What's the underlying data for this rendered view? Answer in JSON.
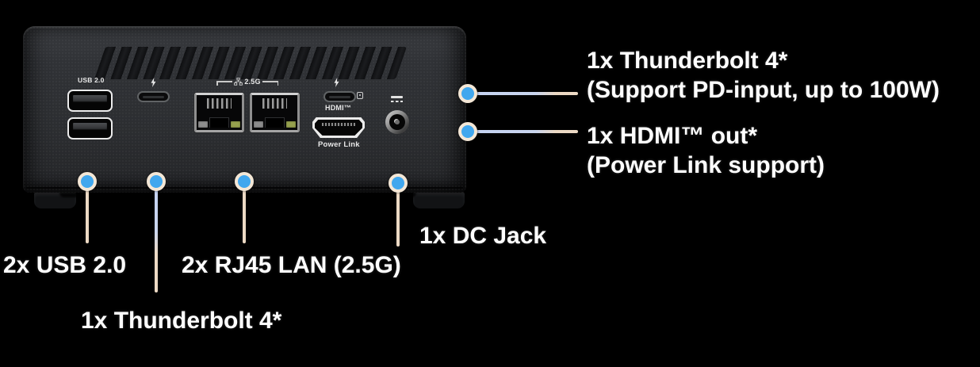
{
  "device_labels": {
    "usb": "USB 2.0",
    "lan_speed": "2.5G",
    "hdmi": "HDMI™",
    "power_link": "Power Link"
  },
  "callouts": {
    "right": [
      {
        "title": "1x Thunderbolt 4*",
        "subtitle": "(Support PD-input, up to 100W)"
      },
      {
        "title": "1x HDMI™ out*",
        "subtitle": "(Power Link support)"
      }
    ],
    "bottom": [
      {
        "label": "2x USB 2.0"
      },
      {
        "label": "1x Thunderbolt 4*"
      },
      {
        "label": "2x RJ45 LAN (2.5G)"
      },
      {
        "label": "1x DC Jack"
      }
    ]
  },
  "icons": {
    "thunderbolt_left": "lightning-bolt",
    "thunderbolt_right": "lightning-bolt",
    "lan": "network-nodes",
    "dc_power": "dc-symbol-solid-over-dashed",
    "display_pd": "square-with-dot"
  },
  "colors": {
    "background": "#000000",
    "callout_dot": "#41a7ee",
    "callout_dot_ring": "#f4e7d6",
    "connector_blue": "#c5d3f2",
    "connector_peach": "#ecd9c4",
    "device_body": "#2d2f32",
    "label_text": "#ffffff"
  }
}
